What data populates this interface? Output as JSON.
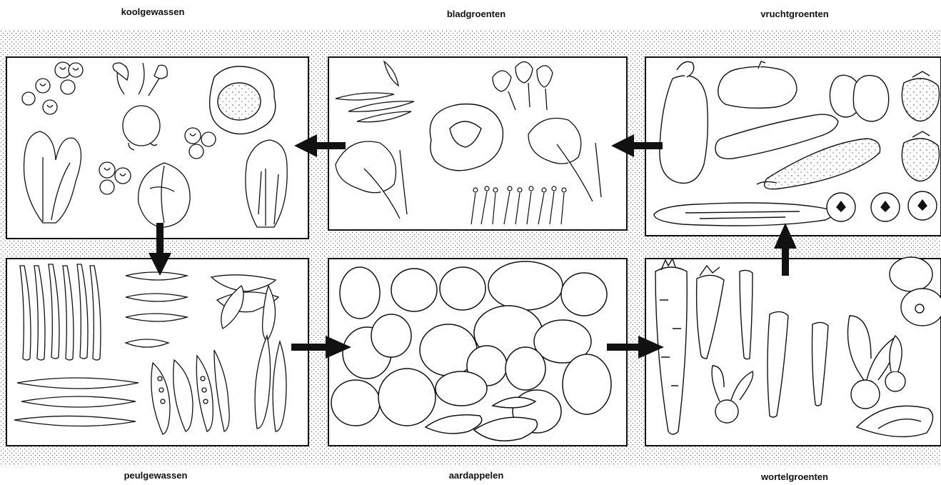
{
  "labels": {
    "top_left": "koolgewassen",
    "top_middle": "bladgroenten",
    "top_right": "vruchtgroenten",
    "bottom_left": "peulgewassen",
    "bottom_middle": "aardappelen",
    "bottom_right": "wortelgroenten"
  },
  "beds": [
    {
      "id": "koolgewassen",
      "icons": [
        "brussels-sprouts-icon",
        "kohlrabi-icon",
        "cauliflower-icon",
        "pak-choi-icon",
        "pointed-cabbage-icon",
        "chinese-cabbage-icon"
      ]
    },
    {
      "id": "bladgroenten",
      "icons": [
        "endive-leaves-icon",
        "spinach-icon",
        "lettuce-icon",
        "chard-icon",
        "cress-icon"
      ]
    },
    {
      "id": "vruchtgroenten",
      "icons": [
        "eggplant-icon",
        "pattypan-squash-icon",
        "bell-pepper-icon",
        "strawberry-icon",
        "zucchini-icon",
        "corn-icon",
        "cucumber-icon",
        "tomato-icon"
      ]
    },
    {
      "id": "peulgewassen",
      "icons": [
        "green-beans-icon",
        "snow-peas-icon",
        "broad-beans-icon",
        "pea-pods-icon"
      ]
    },
    {
      "id": "aardappelen",
      "icons": [
        "potato-icon",
        "sweet-potato-icon"
      ]
    },
    {
      "id": "wortelgroenten",
      "icons": [
        "carrot-icon",
        "parsnip-icon",
        "beetroot-icon",
        "radish-icon",
        "celeriac-icon",
        "fennel-icon"
      ]
    }
  ],
  "colors": {
    "ink": "#111111",
    "gravel_dot": "#222222",
    "bed_fill": "#ffffff",
    "background": "#ffffff"
  }
}
